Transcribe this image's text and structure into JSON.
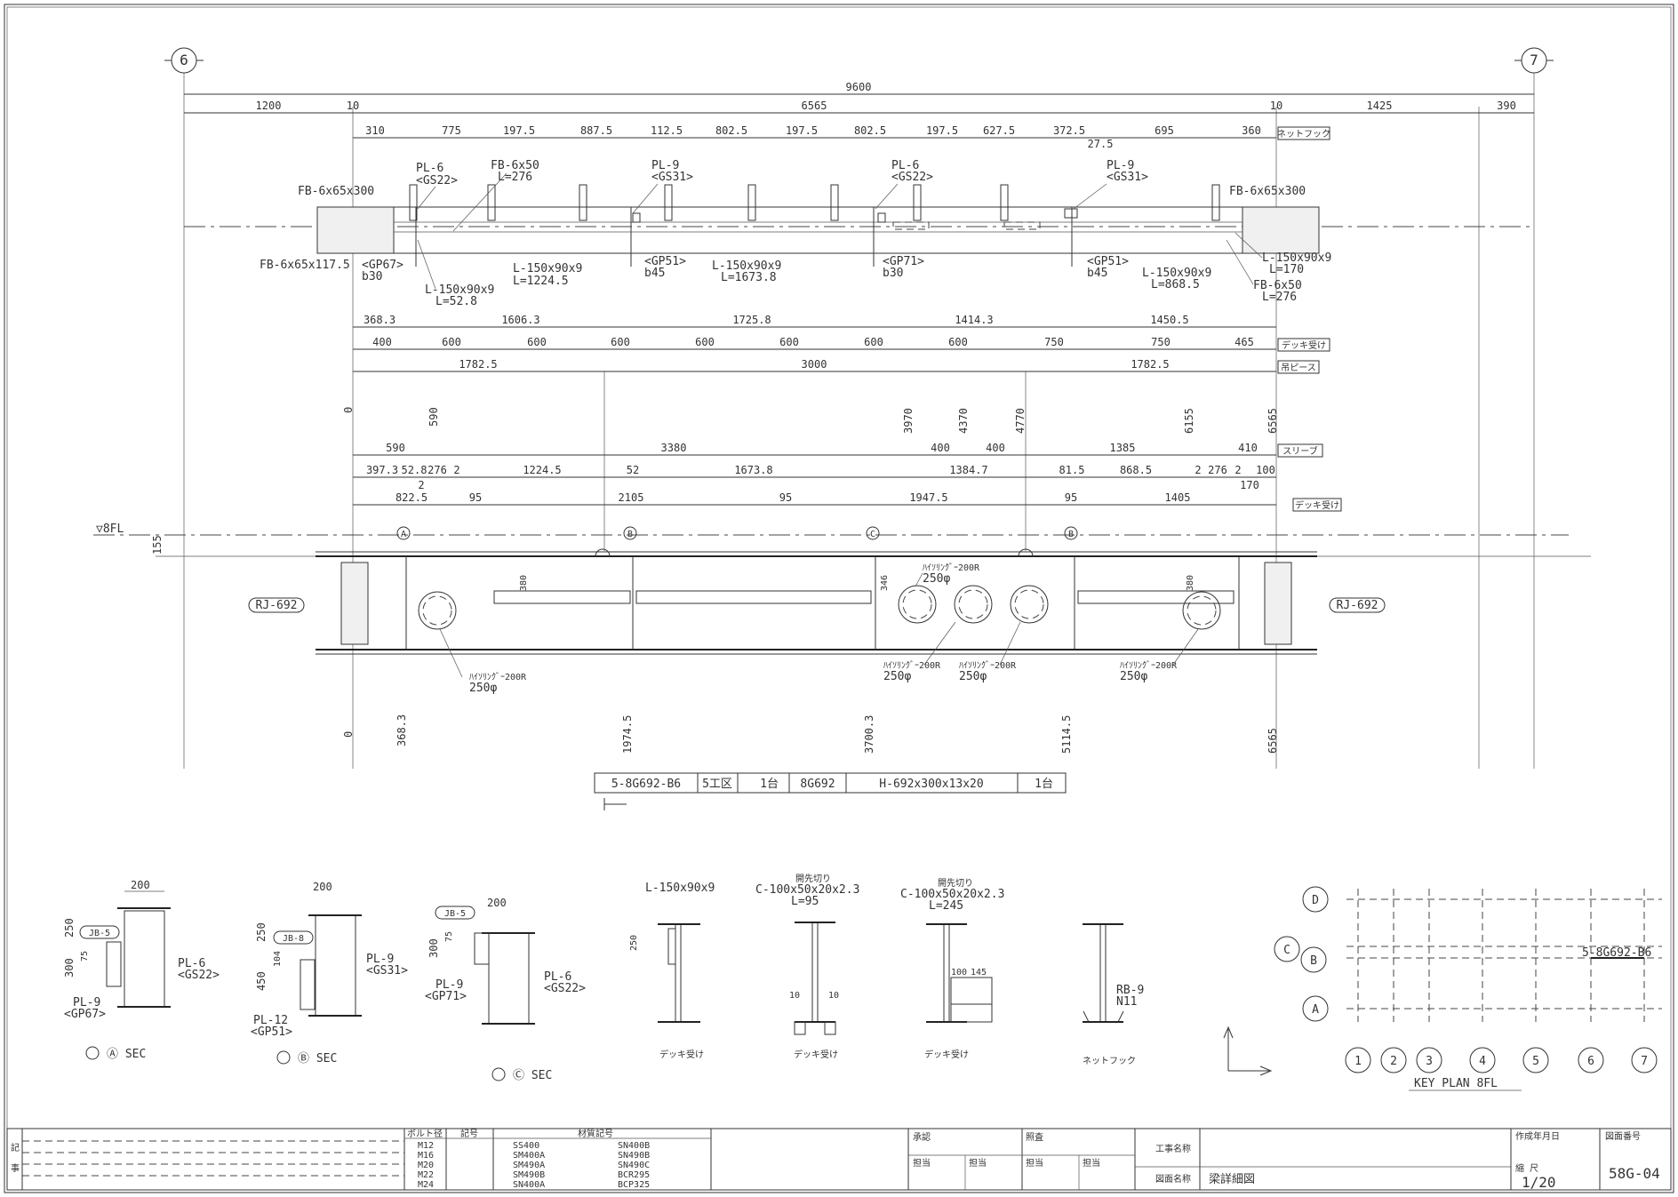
{
  "grid": {
    "left": "6",
    "right": "7"
  },
  "dims": {
    "overall": "9600",
    "row1": [
      "1200",
      "10",
      "6565",
      "10",
      "1425",
      "390"
    ],
    "row2": [
      "310",
      "775",
      "197.5",
      "887.5",
      "112.5",
      "802.5",
      "197.5",
      "802.5",
      "197.5",
      "627.5",
      "372.5",
      "695",
      "360"
    ],
    "row2_extra": "27.5",
    "row2_tag": "ネットフック",
    "row3": [
      "368.3",
      "1606.3",
      "1725.8",
      "1414.3",
      "1450.5"
    ],
    "row4": [
      "400",
      "600",
      "600",
      "600",
      "600",
      "600",
      "600",
      "600",
      "750",
      "750",
      "465"
    ],
    "row4_tag": "デッキ受け",
    "row5": [
      "1782.5",
      "3000",
      "1782.5"
    ],
    "row5_tag": "吊ピース",
    "vert": [
      "0",
      "590",
      "3970",
      "4370",
      "4770",
      "6155",
      "6565"
    ],
    "row6": [
      "590",
      "3380",
      "400",
      "400",
      "1385",
      "410"
    ],
    "row6_tag": "スリーブ",
    "row7": [
      "397.3",
      "52.8",
      "276",
      "2",
      "1224.5",
      "52",
      "1673.8",
      "1384.7",
      "81.5",
      "868.5",
      "2",
      "276",
      "2",
      "100"
    ],
    "row7b": [
      "2",
      "170"
    ],
    "row8": [
      "822.5",
      "95",
      "2105",
      "95",
      "1947.5",
      "95",
      "1405"
    ],
    "row8_tag": "デッキ受け",
    "fl": "▽8FL",
    "fl_dim": "155",
    "web": [
      "380",
      "346",
      "380"
    ],
    "bottom": [
      "0",
      "368.3",
      "1974.5",
      "3700.3",
      "5114.5",
      "6565"
    ]
  },
  "plan_labels": [
    "FB-6x65x300",
    "PL-6",
    "<GS22>",
    "FB-6x50",
    "L=276",
    "PL-9",
    "<GS31>",
    "PL-6",
    "<GS22>",
    "PL-9",
    "<GS31>",
    "FB-6x65x300",
    "FB-6x65x117.5",
    "<GP67>",
    "b30",
    "L-150x90x9",
    "L=52.8",
    "L-150x90x9",
    "L=1224.5",
    "<GP51>",
    "b45",
    "L-150x90x9",
    "L=1673.8",
    "<GP71>",
    "b30",
    "<GP51>",
    "b45",
    "L-150x90x9",
    "L=868.5",
    "L-150x90x9",
    "L=170",
    "FB-6x50",
    "L=276"
  ],
  "section_marks": [
    "A",
    "B",
    "C",
    "B"
  ],
  "beam_end": [
    "RJ-692",
    "RJ-692"
  ],
  "sleeves": [
    {
      "name": "ﾊｲｿﾘﾝｸﾞｰ200R",
      "dia": "250φ"
    },
    {
      "name": "ﾊｲｿﾘﾝｸﾞｰ200R",
      "dia": "250φ"
    },
    {
      "name": "ﾊｲｿﾘﾝｸﾞｰ200R",
      "dia": "250φ"
    },
    {
      "name": "ﾊｲｿﾘﾝｸﾞｰ200R",
      "dia": "250φ"
    },
    {
      "name": "ﾊｲｿﾘﾝｸﾞｰ200R",
      "dia": "250φ"
    }
  ],
  "member_table": [
    "5-8G692-B6",
    "5工区",
    "1台",
    "8G692",
    "H-692x300x13x20",
    "1台"
  ],
  "sections": {
    "a": {
      "title": "Ⓐ SEC",
      "width": "200",
      "h1": "250",
      "h2": "300",
      "h3": "75",
      "jb": "JB-5",
      "pl1": "PL-6",
      "pl1s": "<GS22>",
      "pl2": "PL-9",
      "pl2s": "<GP67>"
    },
    "b": {
      "title": "Ⓑ SEC",
      "width": "200",
      "h1": "250",
      "h2": "450",
      "h3": "104",
      "jb": "JB-8",
      "pl1": "PL-9",
      "pl1s": "<GS31>",
      "pl2": "PL-12",
      "pl2s": "<GP51>"
    },
    "c": {
      "title": "Ⓒ SEC",
      "width": "200",
      "h1": "300",
      "h3": "75",
      "jb": "JB-5",
      "pl1": "PL-6",
      "pl1s": "<GS22>",
      "pl2": "PL-9",
      "pl2s": "<GP71>"
    }
  },
  "details": [
    {
      "title": "L-150x90x9",
      "dim": "250",
      "cap": "デッキ受け"
    },
    {
      "title": "C-100x50x20x2.3",
      "note": "開先切り",
      "len": "L=95",
      "d1": "10",
      "d2": "10",
      "cap": "デッキ受け"
    },
    {
      "title": "C-100x50x20x2.3",
      "note": "開先切り",
      "len": "L=245",
      "d1": "100",
      "d2": "145",
      "cap": "デッキ受け"
    },
    {
      "title": "RB-9",
      "sub": "N11",
      "cap": "ネットフック"
    }
  ],
  "key_plan": {
    "rows": [
      "D",
      "C",
      "B",
      "A"
    ],
    "cols": [
      "1",
      "2",
      "3",
      "4",
      "5",
      "6",
      "7"
    ],
    "member": "5-8G692-B6",
    "title": "KEY PLAN 8FL"
  },
  "title_block": {
    "notes": [
      "記",
      "事"
    ],
    "bolts": [
      "ボルト径",
      "M12",
      "M16",
      "M20",
      "M22",
      "M24"
    ],
    "mark_head": "記号",
    "mat_head": "材質記号",
    "mats1": [
      "SS400",
      "SM400A",
      "SM490A",
      "SM490B",
      "SN400A"
    ],
    "mats2": [
      "SN400B",
      "SN490B",
      "SN490C",
      "BCR295",
      "BCP325"
    ],
    "approval": [
      "承認",
      "担当",
      "担当"
    ],
    "check": [
      "照査",
      "担当",
      "担当"
    ],
    "project_label": "工事名称",
    "drawing_label": "図面名称",
    "drawing_name": "梁詳細図",
    "date_label": "作成年月日",
    "scale_label": "縮 尺",
    "scale": "1/20",
    "number_label": "図面番号",
    "number": "58G-04"
  }
}
